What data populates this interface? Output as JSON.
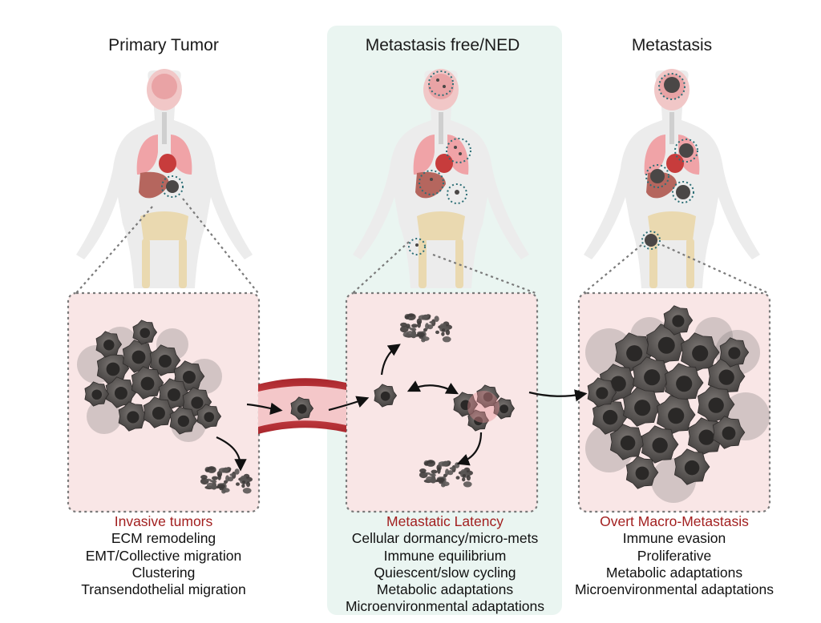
{
  "colors": {
    "highlight_bg": "#eaf5f1",
    "panel_bg": "#f9e6e6",
    "dash_border": "#7a7a7a",
    "heading_red": "#a21f1f",
    "vessel": "#c0393e",
    "cell_dark": "#4a4746",
    "cell_mid": "#6b6765",
    "silhouette": "#ececec",
    "organ_pink": "#f0a3a7",
    "bone": "#ead9b0",
    "ring": "#2d6f76"
  },
  "stages": [
    {
      "title": "Primary Tumor",
      "heading": "Invasive tumors",
      "features": [
        "ECM remodeling",
        "EMT/Collective migration",
        "Clustering",
        "Transendothelial migration"
      ]
    },
    {
      "title": "Metastasis free/NED",
      "heading": "Metastatic Latency",
      "features": [
        "Cellular dormancy/micro-mets",
        "Immune equilibrium",
        "Quiescent/slow cycling",
        "Metabolic adaptations",
        "Microenvironmental adaptations"
      ]
    },
    {
      "title": "Metastasis",
      "heading": "Overt Macro-Metastasis",
      "features": [
        "Immune evasion",
        "Proliferative",
        "Metabolic adaptations",
        "Microenvironmental adaptations"
      ]
    }
  ]
}
